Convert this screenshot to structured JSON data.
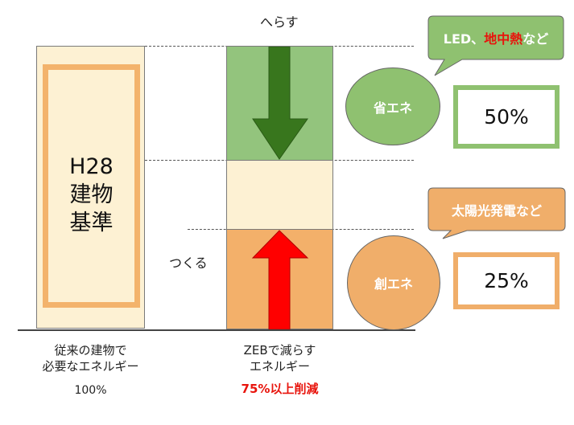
{
  "top_label": "へらす",
  "make_label": "つくる",
  "left_bar": {
    "lines": [
      "H28",
      "建物",
      "基準"
    ]
  },
  "circles": {
    "save": "省エネ",
    "create": "創エネ"
  },
  "values": {
    "save_pct": "50%",
    "create_pct": "25%"
  },
  "bubbles": {
    "save": {
      "prefix": "LED、",
      "highlight": "地中熱",
      "suffix": "など"
    },
    "create": "太陽光発電など"
  },
  "captions": {
    "left_line1": "従来の建物で",
    "left_line2": "必要なエネルギー",
    "left_line3": "100%",
    "right_line1": "ZEBで減らす",
    "right_line2": "エネルギー",
    "right_line3": "75%以上削減"
  },
  "colors": {
    "green": "#93c47d",
    "dark_green_arrow": "#38761d",
    "orange": "#f3b06a",
    "cream": "#fdf1d3",
    "red_arrow": "#ff0000",
    "highlight_red": "#e8140c"
  }
}
